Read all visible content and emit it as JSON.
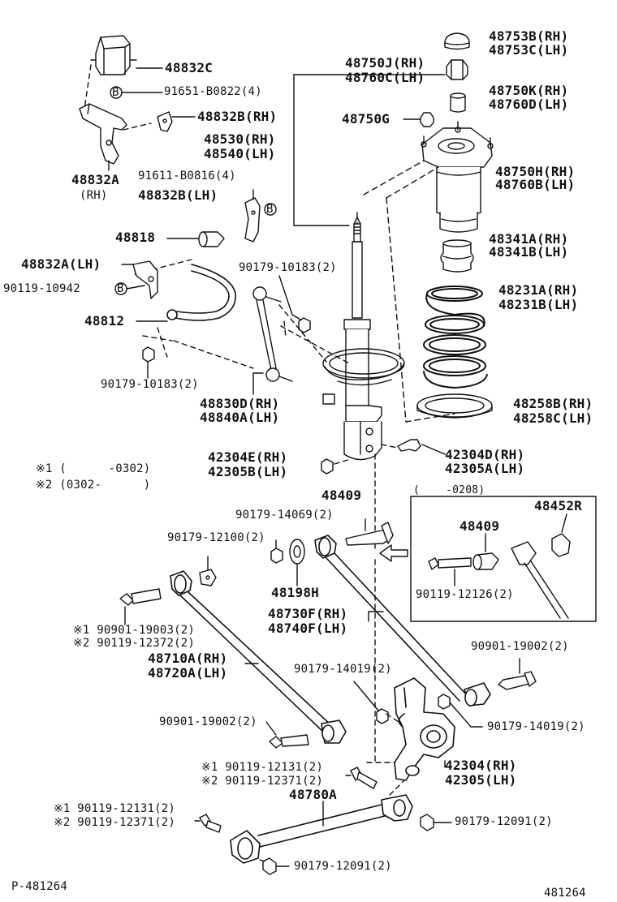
{
  "diagram": {
    "footer_left": "P-481264",
    "footer_right": "481264",
    "notes": {
      "n1": "※1 (      -0302)",
      "n2": "※2 (0302-      )"
    },
    "inset_date": "(    -0208)",
    "circle_mark": "B",
    "labels": {
      "p48753": [
        "48753B(RH)",
        "48753C(LH)"
      ],
      "p48750k": [
        "48750K(RH)",
        "48760D(LH)"
      ],
      "p48750j": [
        "48750J(RH)",
        "48760C(LH)"
      ],
      "p48750g": "48750G",
      "p48750h": [
        "48750H(RH)",
        "48760B(LH)"
      ],
      "p48530": [
        "48530(RH)",
        "48540(LH)"
      ],
      "p48832c": "48832C",
      "p91651": "91651-B0822(4)",
      "p48832b_rh": "48832B(RH)",
      "p48832a": "48832A",
      "p48832a_rh": "(RH)",
      "p91611": "91611-B0816(4)",
      "p48832b_lh": "48832B(LH)",
      "p48818": "48818",
      "p48341": [
        "48341A(RH)",
        "48341B(LH)"
      ],
      "p48832a_lh": "48832A(LH)",
      "p90179_10183a": "90179-10183(2)",
      "p90119_10942": "90119-10942",
      "p48231": [
        "48231A(RH)",
        "48231B(LH)"
      ],
      "p48812": "48812",
      "p90179_10183b": "90179-10183(2)",
      "p48830": [
        "48830D(RH)",
        "48840A(LH)"
      ],
      "p48258": [
        "48258B(RH)",
        "48258C(LH)"
      ],
      "p42304e": [
        "42304E(RH)",
        "42305B(LH)"
      ],
      "p42304d": [
        "42304D(RH)",
        "42305A(LH)"
      ],
      "p48409a": "48409",
      "p48452r": "48452R",
      "p90179_14069": "90179-14069(2)",
      "p48409b": "48409",
      "p90179_12100": "90179-12100(2)",
      "p90119_12126": "90119-12126(2)",
      "p48198h": "48198H",
      "p48730": [
        "48730F(RH)",
        "48740F(LH)"
      ],
      "p90901_19003": [
        "※1 90901-19003(2)",
        "※2 90119-12372(2)"
      ],
      "p90901_19002a": "90901-19002(2)",
      "p48710": [
        "48710A(RH)",
        "48720A(LH)"
      ],
      "p90179_14019a": "90179-14019(2)",
      "p90901_19002b": "90901-19002(2)",
      "p90179_14019b": "90179-14019(2)",
      "p90119_12131a": [
        "※1 90119-12131(2)",
        "※2 90119-12371(2)"
      ],
      "p42304": [
        "42304(RH)",
        "42305(LH)"
      ],
      "p48780a": "48780A",
      "p90119_12131b": [
        "※1 90119-12131(2)",
        "※2 90119-12371(2)"
      ],
      "p90179_12091a": "90179-12091(2)",
      "p90179_12091b": "90179-12091(2)"
    }
  }
}
